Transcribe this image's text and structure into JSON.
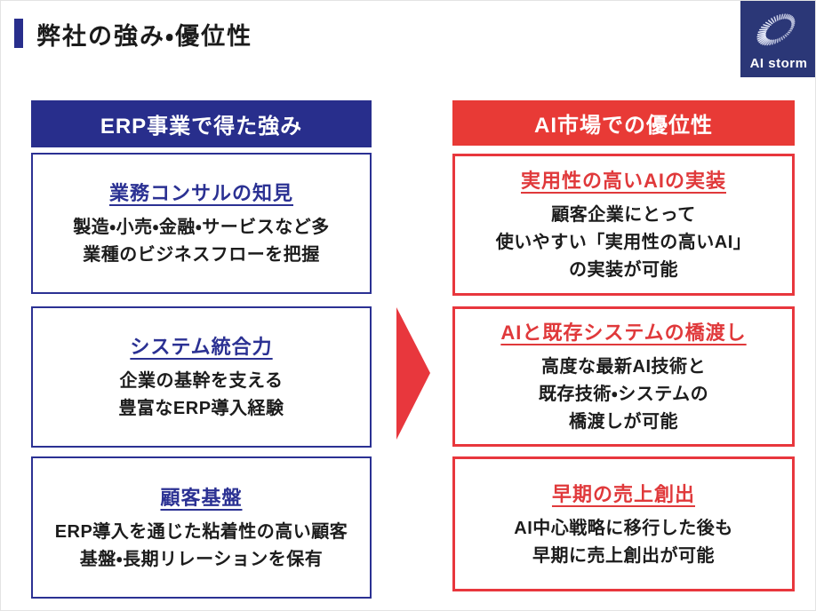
{
  "page": {
    "title": "弊社の強み・優位性"
  },
  "logo": {
    "label": "AI storm"
  },
  "colors": {
    "navy": "#282e8c",
    "blue_title": "#2b3193",
    "red": "#e83a36",
    "red_border": "#e8373d",
    "logo_bg": "#2b3777"
  },
  "left": {
    "header": "ERP事業で得た強み",
    "boxes": [
      {
        "title": "業務コンサルの知見",
        "lines": [
          "製造・小売・金融・サービスなど多",
          "業種のビジネスフローを把握"
        ]
      },
      {
        "title": "システム統合力",
        "lines": [
          "企業の基幹を支える",
          "豊富なERP導入経験"
        ]
      },
      {
        "title": "顧客基盤",
        "lines": [
          "ERP導入を通じた粘着性の高い顧客",
          "基盤・長期リレーションを保有"
        ]
      }
    ]
  },
  "right": {
    "header": "AI市場での優位性",
    "boxes": [
      {
        "title": "実用性の高いAIの実装",
        "lines": [
          "顧客企業にとって",
          "使いやすい「実用性の高いAI」",
          "の実装が可能"
        ]
      },
      {
        "title": "AIと既存システムの橋渡し",
        "lines": [
          "高度な最新AI技術と",
          "既存技術・システムの",
          "橋渡しが可能"
        ]
      },
      {
        "title": "早期の売上創出",
        "lines": [
          "AI中心戦略に移行した後も",
          "早期に売上創出が可能"
        ]
      }
    ]
  }
}
